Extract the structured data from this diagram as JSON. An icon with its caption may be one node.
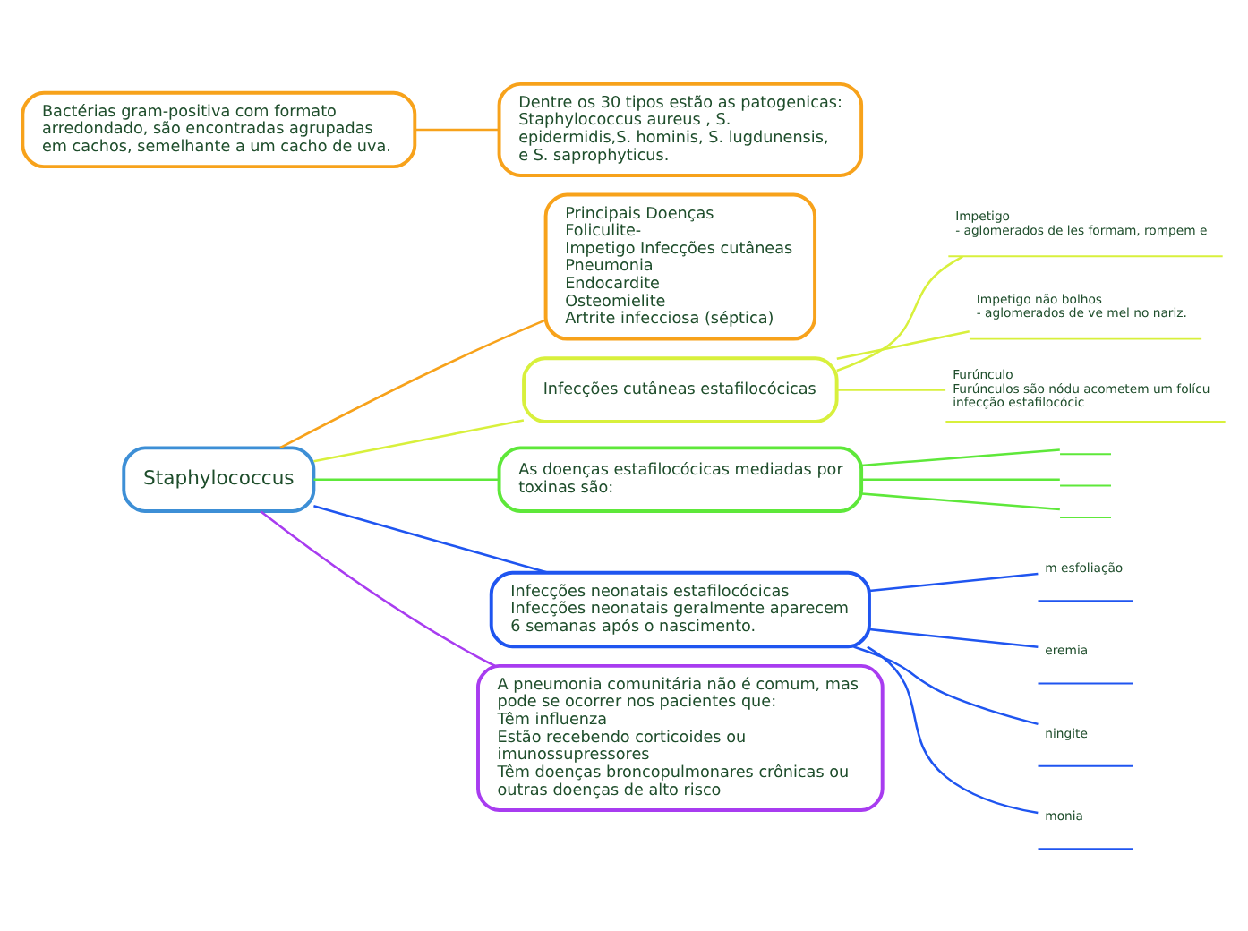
{
  "diagram": {
    "nodes": [
      {
        "text": [
          "Staphylococcus"
        ]
      },
      {
        "text": [
          "Principais Doenças",
          "Foliculite-",
          "Impetigo Infecções cutâneas",
          "Pneumonia",
          "Endocardite",
          "Osteomielite",
          "Artrite infecciosa (séptica)"
        ]
      },
      {
        "text": [
          "Bactérias gram-positiva com formato arredondado, são encontradas agrupadas em cachos, semelhante a um cacho de uva."
        ]
      },
      {
        "text": [
          "Dentre os 30 tipos estão as patogenicas: Staphylococcus aureus , S. epidermidis,S. hominis, S. lugdunensis, e S. saprophyticus."
        ]
      },
      {
        "text": [
          "Infecções cutâneas estafilocócicas"
        ]
      },
      {
        "text": [
          "Impetigo",
          "- aglomerados de les formam, rompem e"
        ]
      },
      {
        "text": [
          "Impetigo não bolhos",
          "- aglomerados de ve mel no nariz."
        ]
      },
      {
        "text": [
          "Furúnculo",
          "Furúnculos são nódu acometem um folícu infecção estafilocócic"
        ]
      },
      {
        "text": [
          "As doenças estafilocócicas mediadas por toxinas são:"
        ]
      },
      {
        "text": [],
        "shape": "bar"
      },
      {
        "text": [],
        "shape": "bar"
      },
      {
        "text": [],
        "shape": "bar"
      },
      {
        "text": [
          "Infecções neonatais estafilocócicas",
          "Infecções neonatais geralmente aparecem 6 semanas após o nascimento."
        ]
      },
      {
        "text": [
          "m esfoliação"
        ]
      },
      {
        "text": [
          "eremia"
        ]
      },
      {
        "text": [
          "ningite"
        ]
      },
      {
        "text": [
          "monia"
        ]
      },
      {
        "text": [
          "A pneumonia comunitária não é comum, mas pode se ocorrer nos pacientes que:",
          "Têm influenza",
          "Estão recebendo corticoides ou imunossupressores",
          "Têm doenças broncopulmonares crônicas ou outras doenças de alto risco"
        ]
      }
    ],
    "edges": [
      {
        "from": 0,
        "to": 1,
        "arrow": "none",
        "color": "#f7a21b"
      },
      {
        "from": 2,
        "to": 3,
        "arrow": "none",
        "color": "#f7a21b"
      },
      {
        "from": 0,
        "to": 4,
        "arrow": "none",
        "color": "#d8f03c"
      },
      {
        "from": 4,
        "to": 5,
        "arrow": "none",
        "color": "#d8f03c"
      },
      {
        "from": 4,
        "to": 6,
        "arrow": "none",
        "color": "#d8f03c"
      },
      {
        "from": 4,
        "to": 7,
        "arrow": "none",
        "color": "#d8f03c"
      },
      {
        "from": 0,
        "to": 8,
        "arrow": "none",
        "color": "#5ee83a"
      },
      {
        "from": 8,
        "to": 9,
        "arrow": "none",
        "color": "#5ee83a"
      },
      {
        "from": 8,
        "to": 10,
        "arrow": "none",
        "color": "#5ee83a"
      },
      {
        "from": 8,
        "to": 11,
        "arrow": "none",
        "color": "#5ee83a"
      },
      {
        "from": 0,
        "to": 12,
        "arrow": "none",
        "color": "#1f55f0"
      },
      {
        "from": 12,
        "to": 13,
        "arrow": "none",
        "color": "#1f55f0"
      },
      {
        "from": 12,
        "to": 14,
        "arrow": "none",
        "color": "#1f55f0"
      },
      {
        "from": 12,
        "to": 15,
        "arrow": "none",
        "color": "#1f55f0"
      },
      {
        "from": 12,
        "to": 16,
        "arrow": "none",
        "color": "#1f55f0"
      },
      {
        "from": 0,
        "to": 17,
        "arrow": "none",
        "color": "#a83cf0"
      }
    ]
  }
}
